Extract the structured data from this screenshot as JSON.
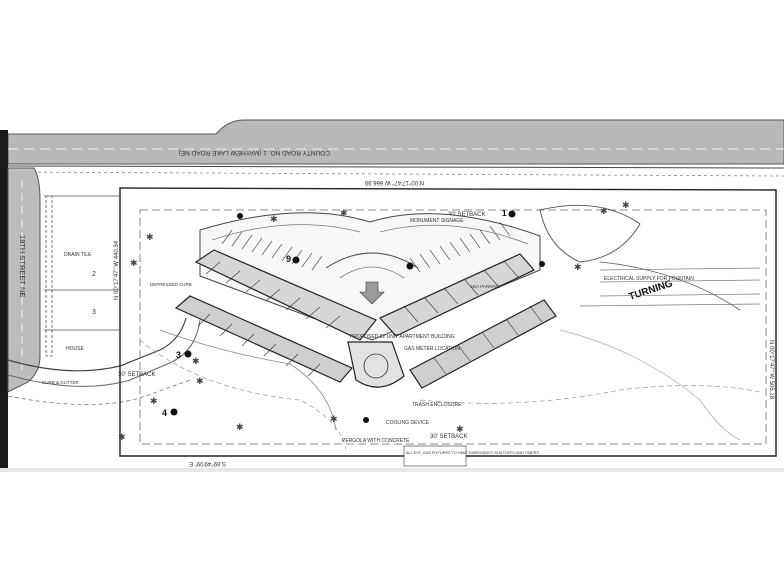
{
  "road": {
    "name": "COUNTY ROAD NO. 1 (MAYHEW LAKE ROAD NE)",
    "bearing_top": "N 00°17'47\" W 666.99"
  },
  "street": {
    "name": "18TH STREET NE"
  },
  "labels": {
    "turning": "TURNING",
    "setback_30": "30' SETBACK",
    "proposed_building": "PROPOSED 52 UNIT APARTMENT BUILDING",
    "gas_meter": "GAS METER LOCATION",
    "trash_enclosure": "TRASH ENCLOSURE",
    "cooling_device": "COOLING DEVICE",
    "pergola": "PERGOLA WITH CONCRETE",
    "monument_sign": "MONUMENT SIGNAGE",
    "electrical": "ELECTRICAL SUPPLY FOR FOUNTAIN",
    "note_fixtures": "ALL EXT. GAS FIXTURES TO HAVE EMERGENCY SHUTOFFS AND TIMERS",
    "house": "HOUSE",
    "drain_tile": "DRAIN TILE",
    "lot_2": "2",
    "lot_3": "3",
    "depressed_curb": "DEPRESSED CURB",
    "curb_gutter": "CURB & GUTTER",
    "ada_parking": "ADA PARKING",
    "bearing_right": "N 00°17'47\" W 505.18",
    "bearing_left": "N 00°17'47\" W 440.34",
    "bearing_bottom": "S 89°49'09\" E"
  },
  "markers": [
    "1",
    "3",
    "4",
    "9"
  ]
}
